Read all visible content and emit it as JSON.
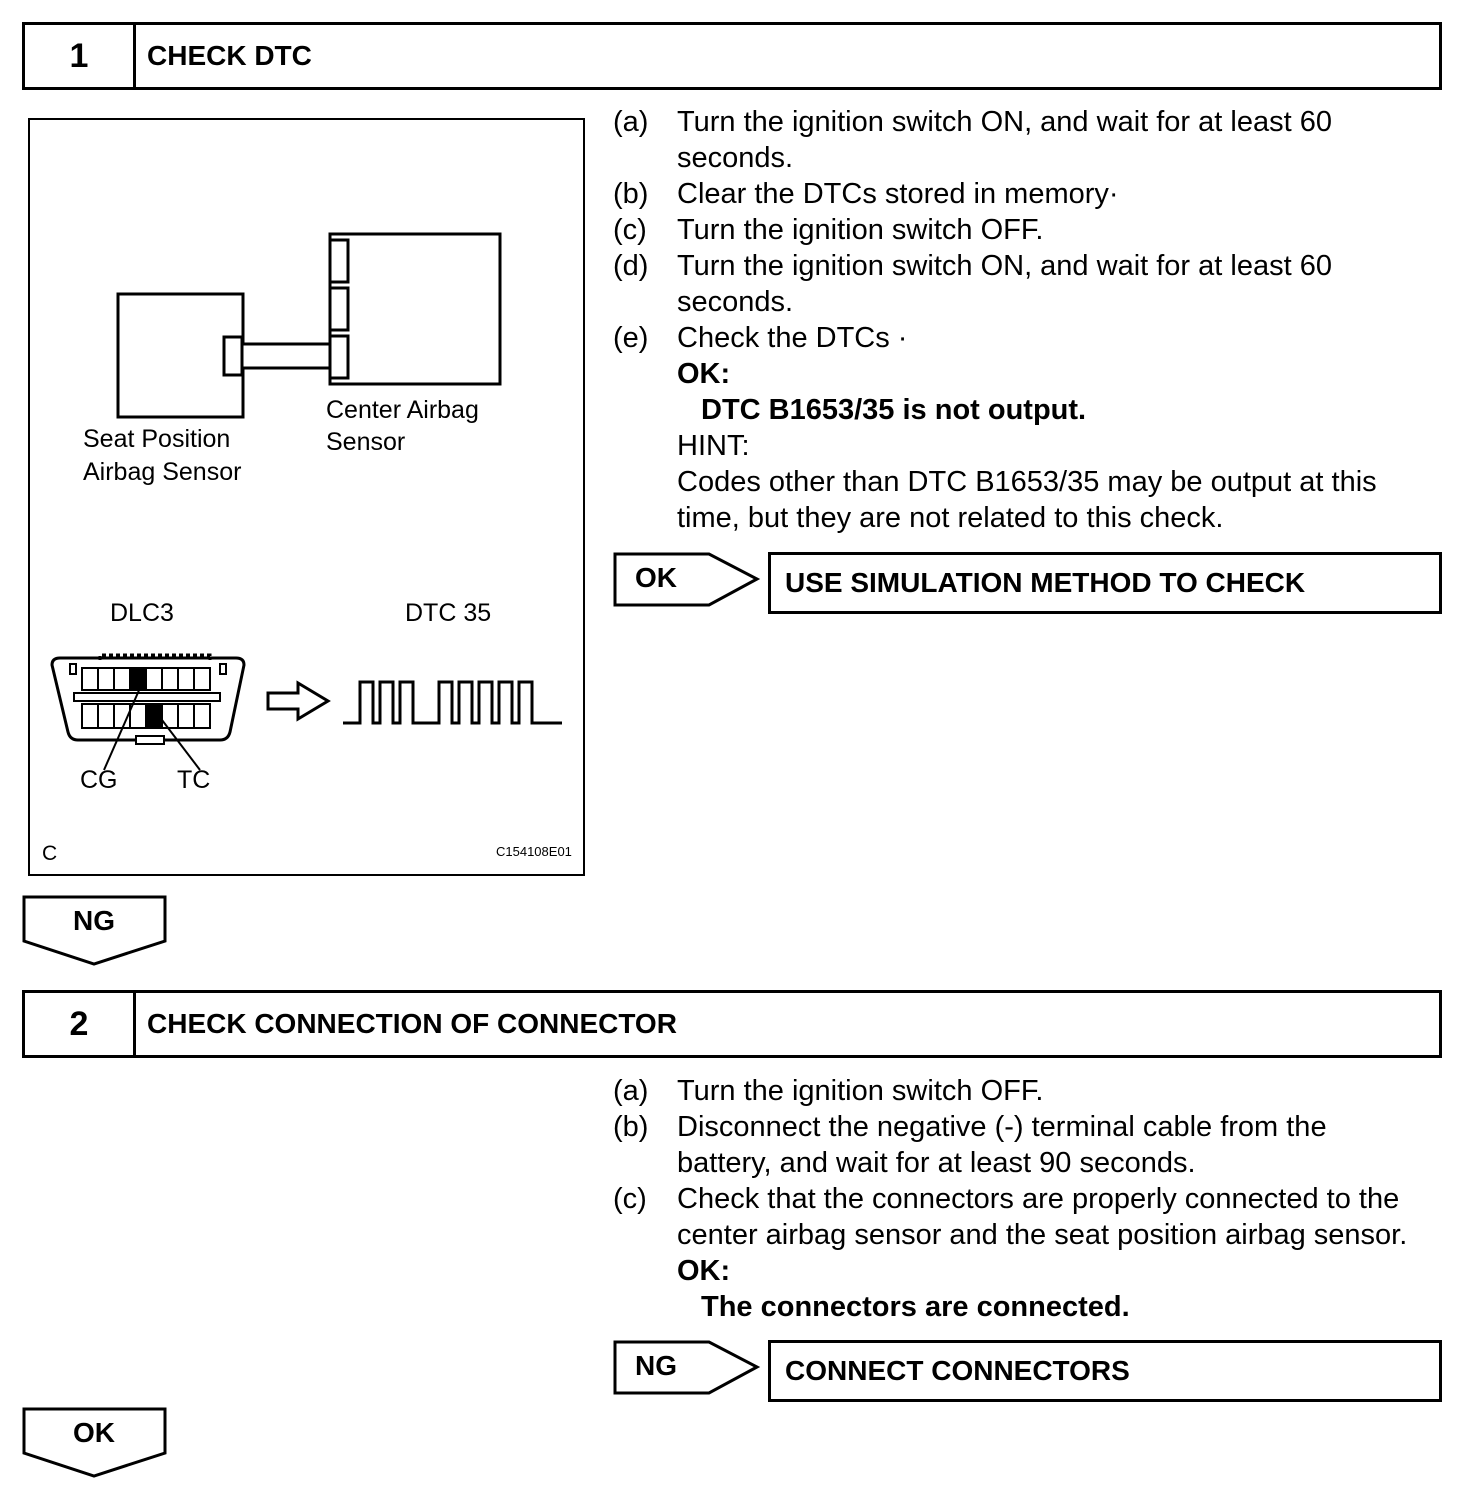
{
  "step1": {
    "number": "1",
    "title": "CHECK DTC",
    "figure": {
      "seat_sensor_label_1": "Seat Position",
      "seat_sensor_label_2": "Airbag Sensor",
      "center_sensor_label_1": "Center Airbag",
      "center_sensor_label_2": "Sensor",
      "dlc3_label": "DLC3",
      "dtc_label": "DTC 35",
      "cg_label": "CG",
      "tc_label": "TC",
      "corner_letter": "C",
      "figure_code": "C154108E01"
    },
    "instructions": [
      {
        "label": "(a)",
        "lines": [
          "Turn the ignition switch ON, and wait for at least 60",
          "seconds."
        ]
      },
      {
        "label": "(b)",
        "lines": [
          "Clear the DTCs stored in memory·"
        ]
      },
      {
        "label": "(c)",
        "lines": [
          "Turn the ignition switch OFF."
        ]
      },
      {
        "label": "(d)",
        "lines": [
          "Turn the ignition switch ON, and wait for at least 60",
          "seconds."
        ]
      },
      {
        "label": "(e)",
        "lines": [
          "Check the DTCs  ·"
        ]
      }
    ],
    "ok_heading": "OK:",
    "ok_text": "DTC B1653/35 is not output.",
    "hint_heading": "HINT:",
    "hint_lines": [
      "Codes other than DTC B1653/35 may be output at this",
      "time, but they are not related to this check."
    ],
    "result_tag": "OK",
    "result_action": "USE SIMULATION METHOD TO CHECK",
    "next_tag": "NG"
  },
  "step2": {
    "number": "2",
    "title": "CHECK CONNECTION OF CONNECTOR",
    "instructions": [
      {
        "label": "(a)",
        "lines": [
          "Turn the ignition switch OFF."
        ]
      },
      {
        "label": "(b)",
        "lines": [
          "Disconnect the negative (-) terminal cable from the",
          "battery, and wait for at least 90 seconds."
        ]
      },
      {
        "label": "(c)",
        "lines": [
          "Check that the connectors are properly connected to the",
          "center airbag sensor and the seat position airbag sensor."
        ]
      }
    ],
    "ok_heading": "OK:",
    "ok_text": "The connectors are connected.",
    "result_tag": "NG",
    "result_action": "CONNECT CONNECTORS",
    "next_tag": "OK"
  }
}
